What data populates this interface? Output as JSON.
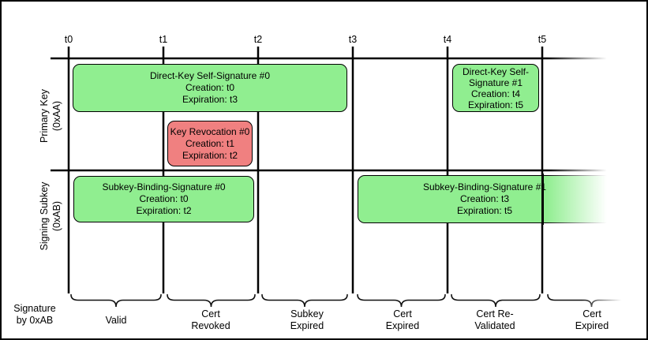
{
  "timeline": {
    "ticks": [
      "t0",
      "t1",
      "t2",
      "t3",
      "t4",
      "t5"
    ]
  },
  "rows": {
    "primary_key": {
      "line1": "Primary Key",
      "line2": "(0xAA)"
    },
    "signing_subkey": {
      "line1": "Signing Subkey",
      "line2": "(0xAB)"
    }
  },
  "boxes": {
    "direct_key_self_signature_0": {
      "title": "Direct-Key Self-Signature #0",
      "creation": "Creation: t0",
      "expiration": "Expiration: t3",
      "fill": "#90EE90"
    },
    "key_revocation_0": {
      "title": "Key Revocation #0",
      "creation": "Creation: t1",
      "expiration": "Expiration: t2",
      "fill": "#F08080"
    },
    "direct_key_self_signature_1": {
      "title": "Direct-Key Self-Signature #1",
      "creation": "Creation: t4",
      "expiration": "Expiration: t5",
      "fill": "#90EE90"
    },
    "subkey_binding_signature_0": {
      "title": "Subkey-Binding-Signature #0",
      "creation": "Creation: t0",
      "expiration": "Expiration: t2",
      "fill": "#90EE90"
    },
    "subkey_binding_signature_1": {
      "title": "Subkey-Binding-Signature #1",
      "creation": "Creation: t3",
      "expiration": "Expiration: t5",
      "fill": "#90EE90"
    }
  },
  "bottom": {
    "axis_label": {
      "line1": "Signature",
      "line2": "by 0xAB"
    },
    "segments": [
      {
        "line1": "Valid",
        "line2": ""
      },
      {
        "line1": "Cert",
        "line2": "Revoked"
      },
      {
        "line1": "Subkey",
        "line2": "Expired"
      },
      {
        "line1": "Cert",
        "line2": "Expired"
      },
      {
        "line1": "Cert Re-",
        "line2": "Validated"
      },
      {
        "line1": "Cert",
        "line2": "Expired"
      }
    ]
  },
  "colors": {
    "signature_fill": "#90EE90",
    "revocation_fill": "#F08080",
    "line": "#000000",
    "background": "#FFFFFF"
  }
}
